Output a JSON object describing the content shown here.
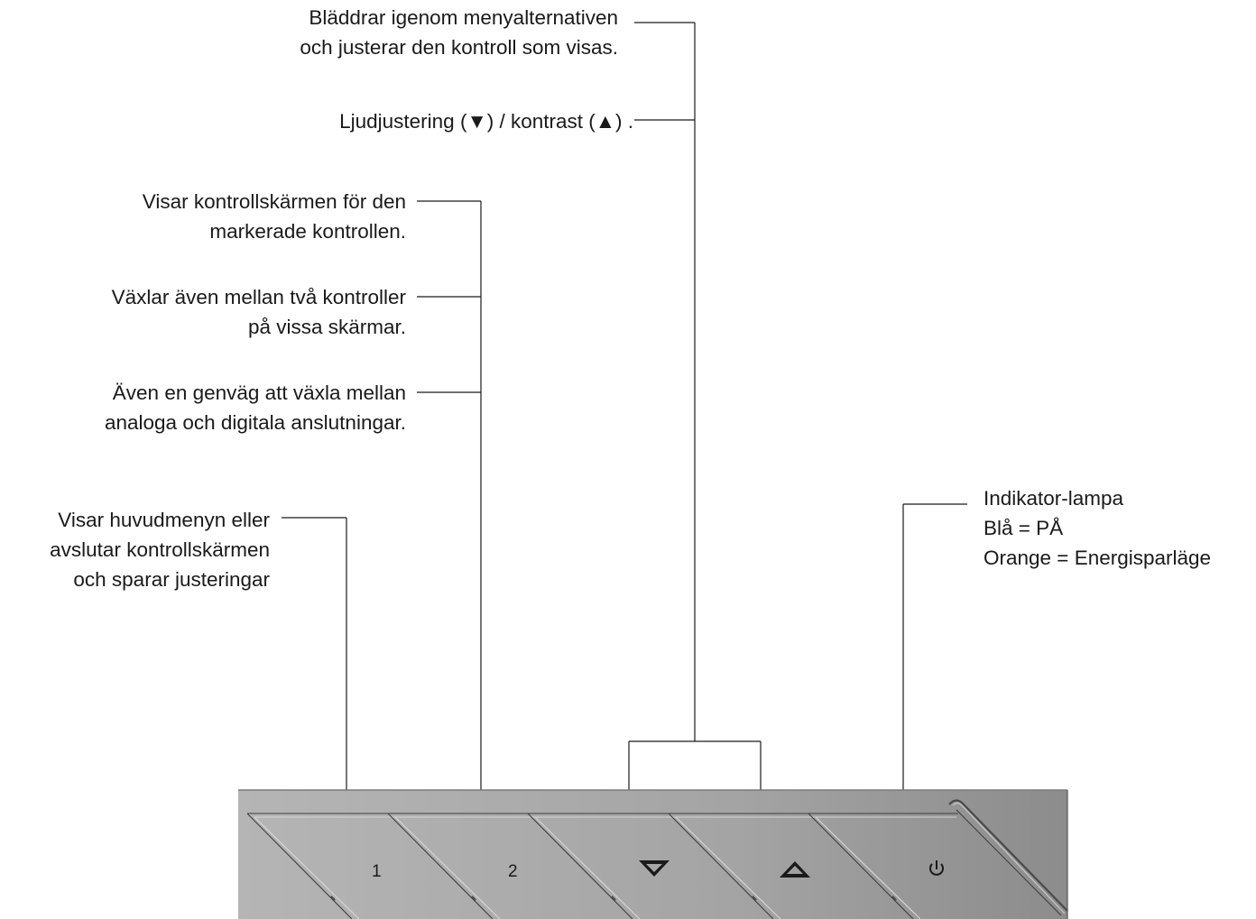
{
  "callouts": {
    "scroll_menu": [
      "Bläddrar igenom menyalternativen",
      "och justerar den kontroll som visas."
    ],
    "volume_contrast": [
      "Ljudjustering (▼) / kontrast  (▲) ."
    ],
    "show_control": [
      "Visar kontrollskärmen för den",
      "markerade kontrollen."
    ],
    "toggle_controls": [
      "Växlar även mellan två kontroller",
      "på vissa skärmar."
    ],
    "input_shortcut": [
      "Även en genväg att växla mellan",
      "analoga och digitala anslutningar."
    ],
    "main_menu": [
      "Visar huvudmenyn eller",
      "avslutar kontrollskärmen",
      "och sparar justeringar"
    ],
    "indicator": [
      "Indikator-lampa",
      "Blå = PÅ",
      "Orange = Energisparläge"
    ]
  },
  "buttons": {
    "button_1": "1",
    "button_2": "2",
    "down_icon": "triangle-down-icon",
    "up_icon": "triangle-up-icon",
    "power_icon": "power-icon"
  },
  "colors": {
    "line": "#1a1a1a",
    "panel_light": "#b3b3b3",
    "panel_dark": "#8f8f8f"
  }
}
